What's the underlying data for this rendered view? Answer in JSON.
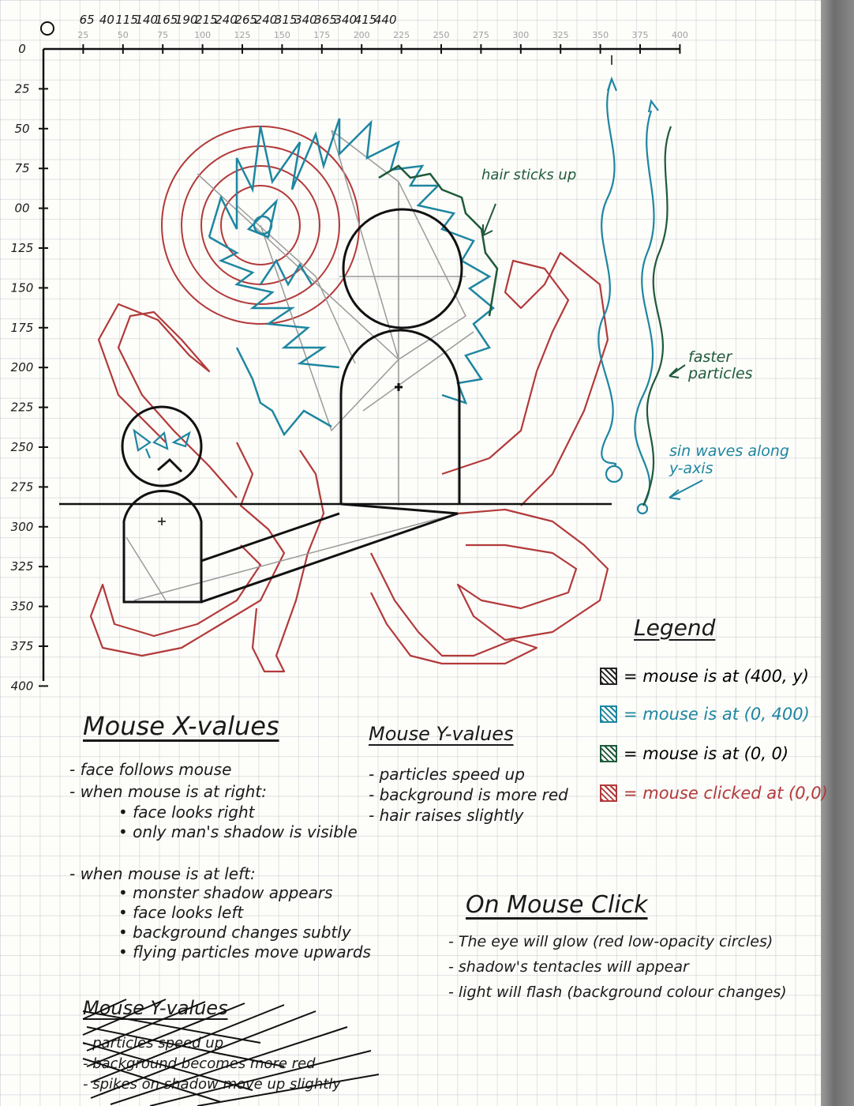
{
  "axes": {
    "x_top_labels": [
      "0",
      "65",
      "40",
      "115",
      "140",
      "165",
      "190",
      "215",
      "240",
      "265",
      "240",
      "315",
      "340",
      "365",
      "340",
      "415",
      "440"
    ],
    "x_sub_labels": [
      "25",
      "50",
      "75",
      "100",
      "125",
      "150",
      "175",
      "200",
      "225",
      "250",
      "275",
      "300",
      "325",
      "350",
      "375",
      "400"
    ],
    "y_labels": [
      "0",
      "25",
      "50",
      "75",
      "00",
      "125",
      "150",
      "175",
      "200",
      "225",
      "250",
      "275",
      "300",
      "325",
      "350",
      "375",
      "400"
    ]
  },
  "annotations": {
    "hair": "hair sticks up",
    "faster": "faster particles",
    "sin_waves": "sin waves along y-axis"
  },
  "legend": {
    "title": "Legend",
    "items": [
      {
        "text": "= mouse is at (400, y)",
        "color": "#222222"
      },
      {
        "text": "= mouse is at (0, 400)",
        "color": "#1e86a0"
      },
      {
        "text": "= mouse is at (0, 0)",
        "color": "#1f5a3a"
      },
      {
        "text": "= mouse clicked at (0,0)",
        "color": "#b23a3a"
      }
    ]
  },
  "mouse_x": {
    "title": "Mouse X-values",
    "line1": "- face follows mouse",
    "line2": "- when mouse is at right:",
    "line3": "• face looks right",
    "line4": "• only man's shadow is visible",
    "line5": "- when mouse is at left:",
    "line6": "• monster shadow appears",
    "line7": "• face looks left",
    "line8": "• background changes subtly",
    "line9": "• flying particles move upwards"
  },
  "mouse_y": {
    "title": "Mouse Y-values",
    "line1": "- particles speed up",
    "line2": "- background is more red",
    "line3": "- hair raises slightly"
  },
  "mouse_y_crossed": {
    "title": "Mouse Y-values",
    "line1": "- particles speed up",
    "line2": "- background becomes more red",
    "line3": "- spikes on shadow move up slightly"
  },
  "on_click": {
    "title": "On Mouse Click",
    "line1": "- The eye will glow (red low-opacity circles)",
    "line2": "- shadow's tentacles will appear",
    "line3": "- light will flash (background colour changes)"
  }
}
